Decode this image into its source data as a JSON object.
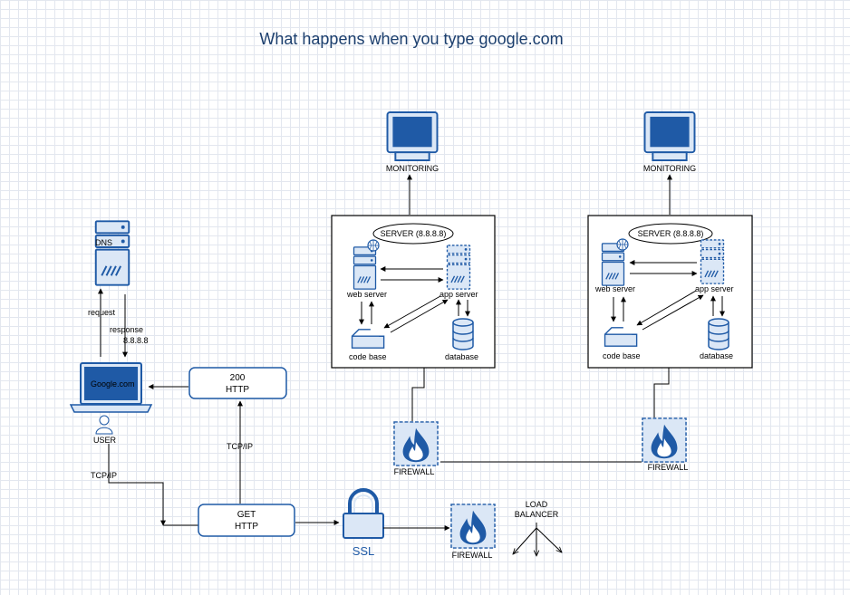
{
  "title": "What happens when you type google.com",
  "dns": {
    "label": "DNS"
  },
  "client": {
    "screen_text": "Google.com",
    "user_label": "USER",
    "request_label": "request",
    "response_label": "response",
    "dns_ip": "8.8.8.8"
  },
  "connections": {
    "tcp_ip_user": "TCP/IP",
    "tcp_ip_get": "TCP/IP"
  },
  "messages": {
    "response_code": "200",
    "response_proto": "HTTP",
    "request_method": "GET",
    "request_proto": "HTTP"
  },
  "ssl_label": "SSL",
  "load_balancer": {
    "line1": "LOAD",
    "line2": "BALANCER"
  },
  "firewalls": {
    "entry": "FIREWALL",
    "server1": "FIREWALL",
    "server2": "FIREWALL"
  },
  "servers": [
    {
      "monitoring": "MONITORING",
      "name": "SERVER (8.8.8.8)",
      "web_server": "web server",
      "app_server": "app server",
      "code_base": "code base",
      "database": "database"
    },
    {
      "monitoring": "MONITORING",
      "name": "SERVER (8.8.8.8)",
      "web_server": "web server",
      "app_server": "app server",
      "code_base": "code base",
      "database": "database"
    }
  ],
  "colors": {
    "icon_blue": "#1f5aa6",
    "icon_light": "#dbe7f6",
    "title": "#1c3f6e"
  }
}
